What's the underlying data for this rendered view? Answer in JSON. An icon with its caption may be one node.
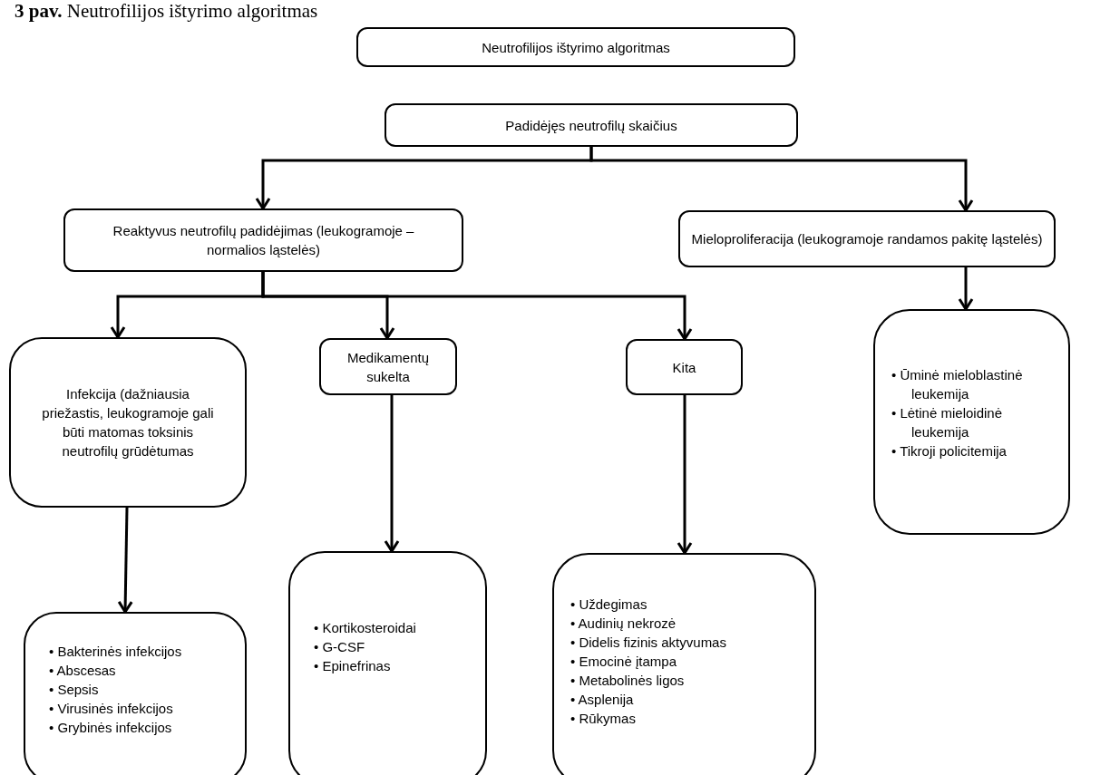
{
  "diagram": {
    "title": "**3 pav.** Neutrofilijos ištyrimo algoritmas",
    "nodes": [
      {
        "text": [
          "Neutrofilijos ištyrimo algoritmas"
        ]
      },
      {
        "text": [
          "Padidėjęs neutrofilų skaičius"
        ]
      },
      {
        "text": [
          "Reaktyvus neutrofilų padidėjimas (leukogramoje – normalios ląstelės)"
        ]
      },
      {
        "text": [
          "Mieloproliferacija (leukogramoje randamos pakitę ląstelės)"
        ]
      },
      {
        "text": [
          "Infekcija (dažniausia priežastis, leukogramoje gali būti matomas toksinis neutrofilų grūdėtumas"
        ]
      },
      {
        "text": [
          "Medikamentų sukelta"
        ]
      },
      {
        "text": [
          "Kita"
        ]
      },
      {
        "text": [
          "• Ūminė mieloblastinė leukemija",
          "• Lėtinė mieloidinė leukemija",
          "• Tikroji policitemija"
        ]
      },
      {
        "text": [
          "• Bakterinės infekcijos",
          "• Abscesas",
          "• Sepsis",
          "• Virusinės infekcijos",
          "• Grybinės infekcijos"
        ]
      },
      {
        "text": [
          "• Kortikosteroidai",
          "• G-CSF",
          "• Epinefrinas"
        ]
      },
      {
        "text": [
          "• Uždegimas",
          "• Audinių nekrozė",
          "• Didelis fizinis aktyvumas",
          "• Emocinė įtampa",
          "• Metabolinės ligos",
          "• Asplenija",
          "• Rūkymas"
        ]
      }
    ],
    "edges": [
      {
        "from": 1,
        "to": 2,
        "arrow": "to"
      },
      {
        "from": 1,
        "to": 3,
        "arrow": "to"
      },
      {
        "from": 3,
        "to": 7,
        "arrow": "to"
      },
      {
        "from": 2,
        "to": 4,
        "arrow": "to"
      },
      {
        "from": 2,
        "to": 5,
        "arrow": "to"
      },
      {
        "from": 2,
        "to": 6,
        "arrow": "to"
      },
      {
        "from": 4,
        "to": 8,
        "arrow": "to"
      },
      {
        "from": 5,
        "to": 9,
        "arrow": "to"
      },
      {
        "from": 6,
        "to": 10,
        "arrow": "to"
      }
    ]
  }
}
